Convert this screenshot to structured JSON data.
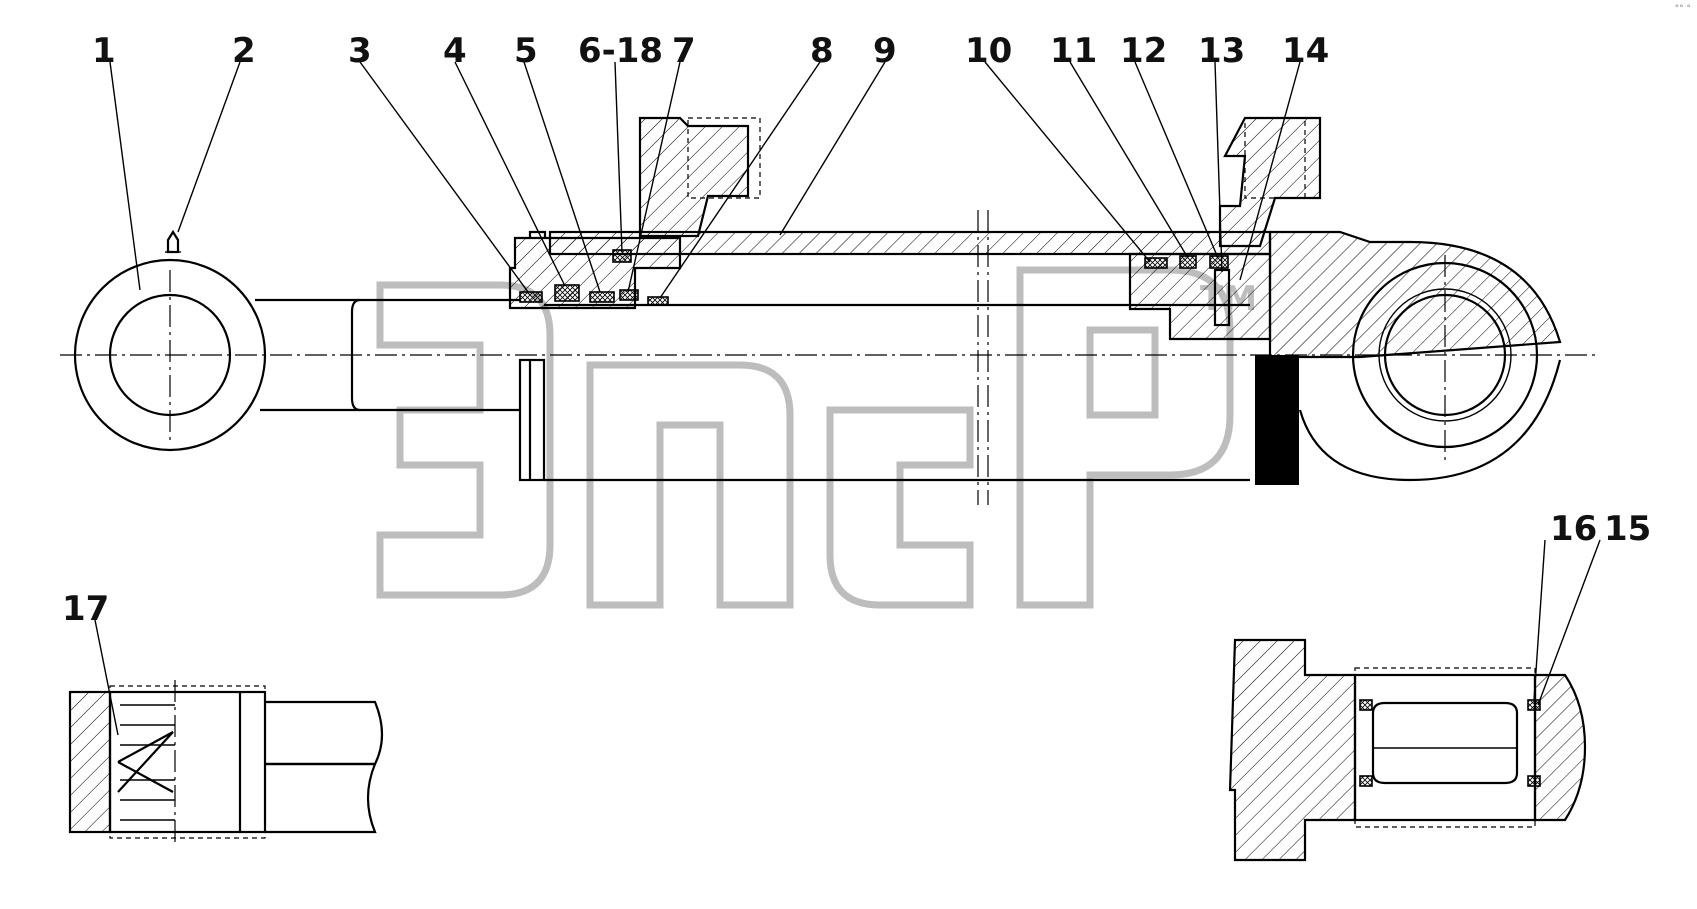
{
  "diagram": {
    "callouts": [
      {
        "id": "c1",
        "label": "1"
      },
      {
        "id": "c2",
        "label": "2"
      },
      {
        "id": "c3",
        "label": "3"
      },
      {
        "id": "c4",
        "label": "4"
      },
      {
        "id": "c5",
        "label": "5"
      },
      {
        "id": "c6",
        "label": "6-18"
      },
      {
        "id": "c7",
        "label": "7"
      },
      {
        "id": "c8",
        "label": "8"
      },
      {
        "id": "c9",
        "label": "9"
      },
      {
        "id": "c10",
        "label": "10"
      },
      {
        "id": "c11",
        "label": "11"
      },
      {
        "id": "c12",
        "label": "12"
      },
      {
        "id": "c13",
        "label": "13"
      },
      {
        "id": "c14",
        "label": "14"
      },
      {
        "id": "c15",
        "label": "15"
      },
      {
        "id": "c16",
        "label": "16"
      },
      {
        "id": "c17",
        "label": "17"
      }
    ],
    "watermark": {
      "text": "эпср",
      "tm": "TM"
    },
    "corner_mark": "°° °"
  }
}
